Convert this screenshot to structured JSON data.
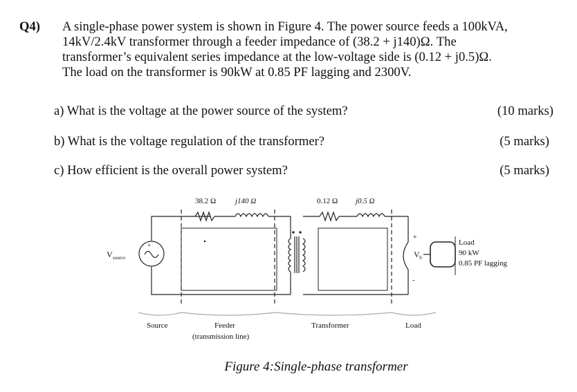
{
  "question": {
    "number": "Q4)",
    "lines": [
      "A single-phase power system is shown in Figure 4. The power source feeds a 100kVA,",
      "14kV/2.4kV transformer through a feeder impedance of (38.2 + j140)Ω. The",
      "transformer’s equivalent series impedance at the low-voltage side is (0.12 + j0.5)Ω.",
      "The load on the transformer is 90kW at 0.85 PF lagging and 2300V."
    ]
  },
  "parts": [
    {
      "text": "a) What is the voltage at the power source of the system?",
      "marks": "(10 marks)"
    },
    {
      "text": "b) What is the voltage regulation of the transformer?",
      "marks": "(5 marks)"
    },
    {
      "text": "c)  How efficient is the overall power system?",
      "marks": "(5 marks)"
    }
  ],
  "figure": {
    "feeder_r": "38.2 Ω",
    "feeder_x": "j140 Ω",
    "xfmr_r": "0.12 Ω",
    "xfmr_x": "j0.5 Ω",
    "vsource_v": "V",
    "vsource_sub": "source",
    "vs_v": "V",
    "vs_sub": "S",
    "plus": "+",
    "minus": "-",
    "load_lines": [
      "Load",
      "90 kW",
      "0.85 PF lagging"
    ],
    "sections": [
      "Source",
      "Feeder",
      "(transmission line)",
      "Transformer",
      "Load"
    ],
    "caption": "Figure 4:Single-phase transformer"
  }
}
